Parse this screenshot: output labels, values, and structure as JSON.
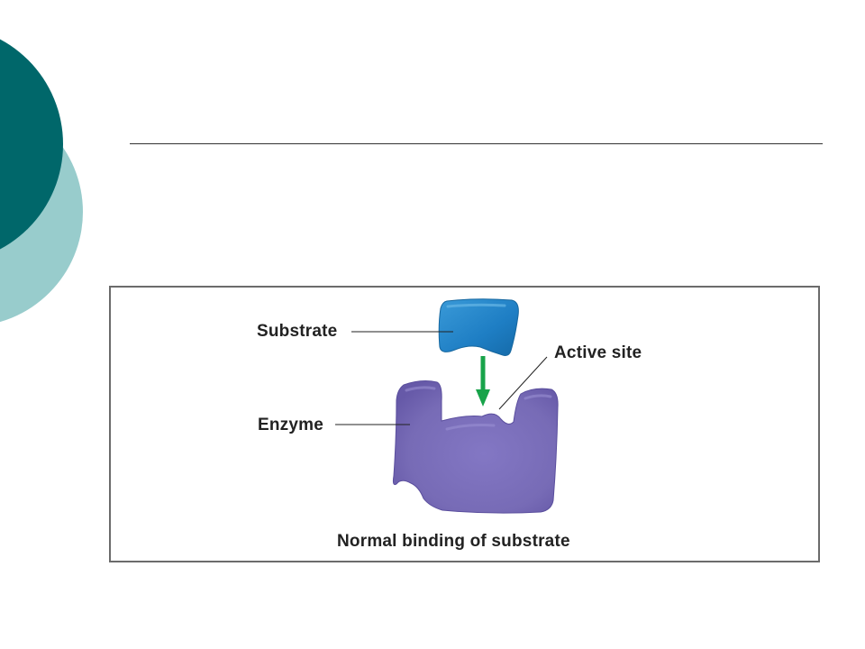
{
  "colors": {
    "circle_dark": "#00676a",
    "circle_light": "#98cccc",
    "substrate": "#1e7ec4",
    "enzyme": "#7b6fba",
    "arrow": "#18a34a"
  },
  "diagram": {
    "labels": {
      "substrate": "Substrate",
      "active_site": "Active site",
      "enzyme": "Enzyme",
      "caption": "Normal binding of substrate"
    }
  }
}
